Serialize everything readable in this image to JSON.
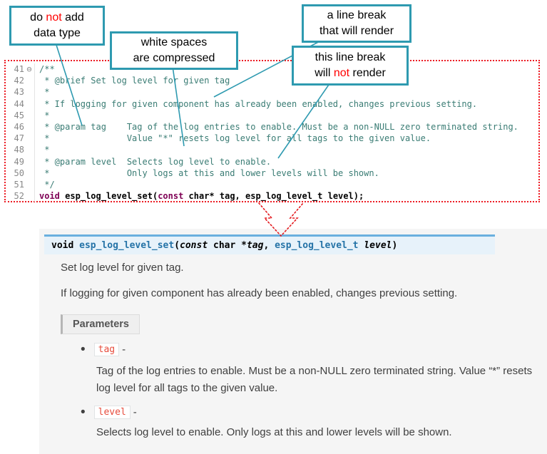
{
  "colors": {
    "callout_border": "#2E9AB0",
    "annotation_red": "#FF0000",
    "code_border_red": "#EC1C24",
    "comment_teal": "#3A7C74",
    "keyword_maroon": "#7F0055",
    "sig_name_blue": "#2573A7",
    "sigbar_bg": "#E7F2FA",
    "sigbar_border": "#6AB0DE",
    "chip_red": "#E74C3C"
  },
  "callouts": {
    "one": {
      "l1a": "do ",
      "l1b": "not",
      "l1c": " add",
      "l2": "data type"
    },
    "two": {
      "l1": "white spaces",
      "l2": "are compressed"
    },
    "three": {
      "l1": "a line break",
      "l2": "that will render"
    },
    "four": {
      "l1": "this line break",
      "l2a": "will ",
      "l2b": "not",
      "l2c": " render"
    }
  },
  "editor": {
    "lines": [
      {
        "n": "41",
        "fold": "⊖",
        "segs": [
          [
            "/**",
            "c"
          ]
        ]
      },
      {
        "n": "42",
        "fold": " ",
        "segs": [
          [
            " * @brief Set log level for given tag",
            "c"
          ]
        ]
      },
      {
        "n": "43",
        "fold": " ",
        "segs": [
          [
            " *",
            "c"
          ]
        ]
      },
      {
        "n": "44",
        "fold": " ",
        "segs": [
          [
            " * If logging for given component has already been enabled, changes previous setting.",
            "c"
          ]
        ]
      },
      {
        "n": "45",
        "fold": " ",
        "segs": [
          [
            " *",
            "c"
          ]
        ]
      },
      {
        "n": "46",
        "fold": " ",
        "segs": [
          [
            " * @param tag    Tag of the log entries to enable. Must be a non-NULL zero terminated string.",
            "c"
          ]
        ]
      },
      {
        "n": "47",
        "fold": " ",
        "segs": [
          [
            " *               Value \"*\" resets log level for all tags to the given value.",
            "c"
          ]
        ]
      },
      {
        "n": "48",
        "fold": " ",
        "segs": [
          [
            " *",
            "c"
          ]
        ]
      },
      {
        "n": "49",
        "fold": " ",
        "segs": [
          [
            " * @param level  Selects log level to enable.",
            "c"
          ]
        ]
      },
      {
        "n": "50",
        "fold": " ",
        "segs": [
          [
            " *               Only logs at this and lower levels will be shown.",
            "c"
          ]
        ]
      },
      {
        "n": "51",
        "fold": " ",
        "segs": [
          [
            " */",
            "c"
          ]
        ]
      },
      {
        "n": "52",
        "fold": " ",
        "segs": [
          [
            "void",
            "k"
          ],
          [
            " esp_log_level_set(",
            "b"
          ],
          [
            "const",
            "k"
          ],
          [
            " char* tag, esp_log_level_t level);",
            "b"
          ]
        ]
      }
    ]
  },
  "docs": {
    "signature": {
      "s0": "void ",
      "s1": "esp_log_level_set",
      "s2": "(",
      "s3": "const",
      "s4": " char *",
      "s5": "tag",
      "s6": ", ",
      "s7": "esp_log_level_t",
      "s8": " ",
      "s9": "level",
      "s10": ")"
    },
    "p1": "Set log level for given tag.",
    "p2": "If logging for given component has already been enabled, changes previous setting.",
    "params_label": "Parameters",
    "bullet": "•",
    "items": [
      {
        "label": "tag",
        "dash": " -",
        "text": "Tag of the log entries to enable. Must be a non-NULL zero terminated string. Value “*” resets log level for all tags to the given value."
      },
      {
        "label": "level",
        "dash": " -",
        "text": "Selects log level to enable. Only logs at this and lower levels will be shown."
      }
    ]
  }
}
